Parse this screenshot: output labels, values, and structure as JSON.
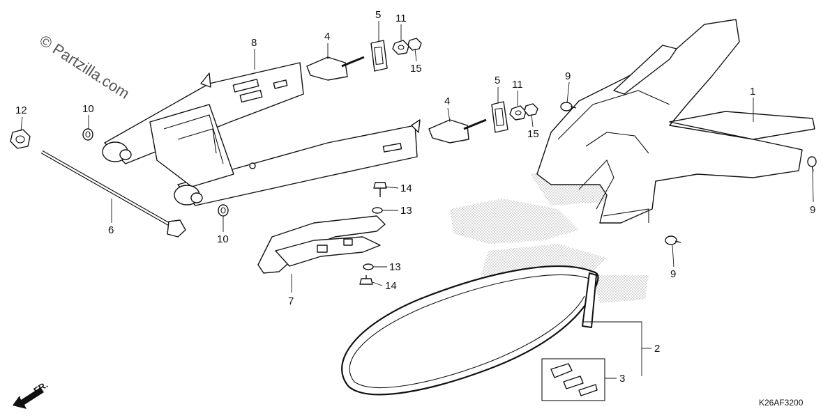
{
  "watermark": "© Partzilla.com",
  "diagram_code": "K26AF3200",
  "direction_label": "FR.",
  "colors": {
    "line": "#111111",
    "background": "#ffffff",
    "screen": "#9a9a9a"
  },
  "callouts": {
    "c1": "1",
    "c2": "2",
    "c3": "3",
    "c4a": "4",
    "c4b": "4",
    "c5a": "5",
    "c5b": "5",
    "c6": "6",
    "c7": "7",
    "c8": "8",
    "c9a": "9",
    "c9b": "9",
    "c9c": "9",
    "c10a": "10",
    "c10b": "10",
    "c11a": "11",
    "c11b": "11",
    "c12": "12",
    "c13a": "13",
    "c13b": "13",
    "c14a": "14",
    "c14b": "14",
    "c15a": "15",
    "c15b": "15"
  }
}
